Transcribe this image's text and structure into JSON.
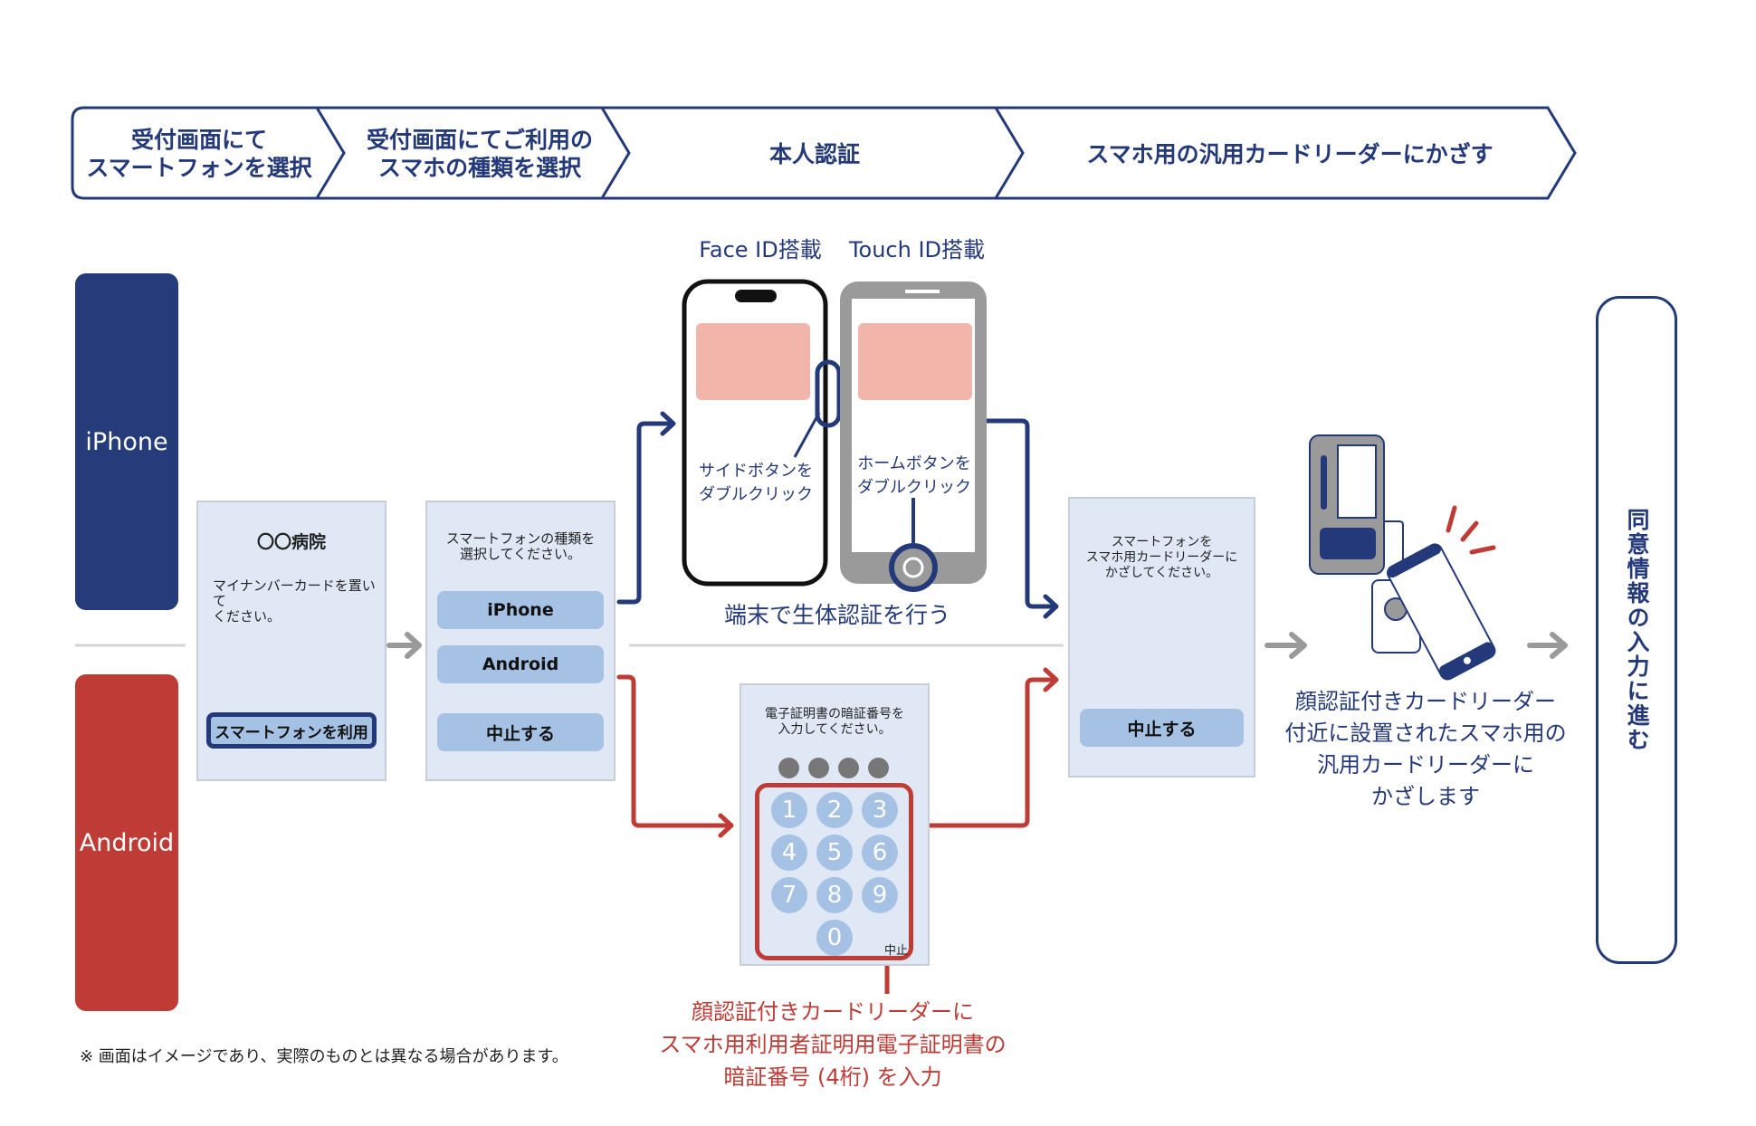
{
  "colors": {
    "navy": "#24397a",
    "red": "#bf3b36",
    "gray_arrow": "#9a9a9a",
    "screen_bg": "#dfe8f4",
    "button_bg": "#a5c1e4",
    "card_pink": "#f2b5aa"
  },
  "steps": [
    {
      "label": "受付画面にて\nスマートフォンを選択"
    },
    {
      "label": "受付画面にてご利用の\nスマホの種類を選択"
    },
    {
      "label": "本人認証"
    },
    {
      "label": "スマホ用の汎用カードリーダーにかざす"
    }
  ],
  "lanes": {
    "iphone": "iPhone",
    "android": "Android"
  },
  "screen1": {
    "hospital": "〇〇病院",
    "message": "マイナンバーカードを置いて\nください。",
    "button": "スマートフォンを利用"
  },
  "screen2": {
    "message": "スマートフォンの種類を\n選択してください。",
    "buttons": [
      "iPhone",
      "Android",
      "中止する"
    ]
  },
  "auth": {
    "faceid_label": "Face ID搭載",
    "touchid_label": "Touch ID搭載",
    "faceid_hint": "サイドボタンを\nダブルクリック",
    "touchid_hint": "ホームボタンを\nダブルクリック",
    "caption": "端末で生体認証を行う"
  },
  "pin_screen": {
    "message": "電子証明書の暗証番号を\n入力してください。",
    "keys": [
      "1",
      "2",
      "3",
      "4",
      "5",
      "6",
      "7",
      "8",
      "9",
      "0"
    ],
    "cancel": "中止",
    "caption": "顔認証付きカードリーダーに\nスマホ用利用者証明用電子証明書の\n暗証番号 (4桁) を入力"
  },
  "screen3": {
    "message": "スマートフォンを\nスマホ用カードリーダーに\nかざしてください。",
    "button": "中止する"
  },
  "reader": {
    "caption": "顔認証付きカードリーダー\n付近に設置されたスマホ用の\n汎用カードリーダーに\nかざします"
  },
  "final_step": "同意情報の入力に進む",
  "footnote": "※ 画面はイメージであり、実際のものとは異なる場合があります。"
}
